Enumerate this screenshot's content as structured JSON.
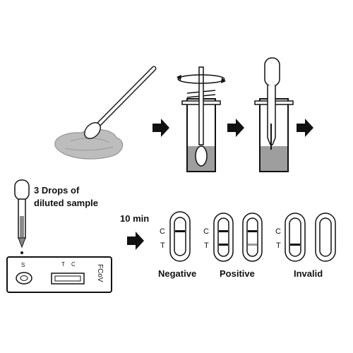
{
  "instruction": {
    "line1": "3 Drops of",
    "line2": "diluted sample"
  },
  "timer": "10 min",
  "cassette": {
    "sample_mark": "S",
    "control_mark": "C",
    "test_mark": "T",
    "brand": "FCoV"
  },
  "strip_marks": {
    "control": "C",
    "test": "T"
  },
  "results": {
    "negative": "Negative",
    "positive": "Positive",
    "invalid": "Invalid"
  }
}
